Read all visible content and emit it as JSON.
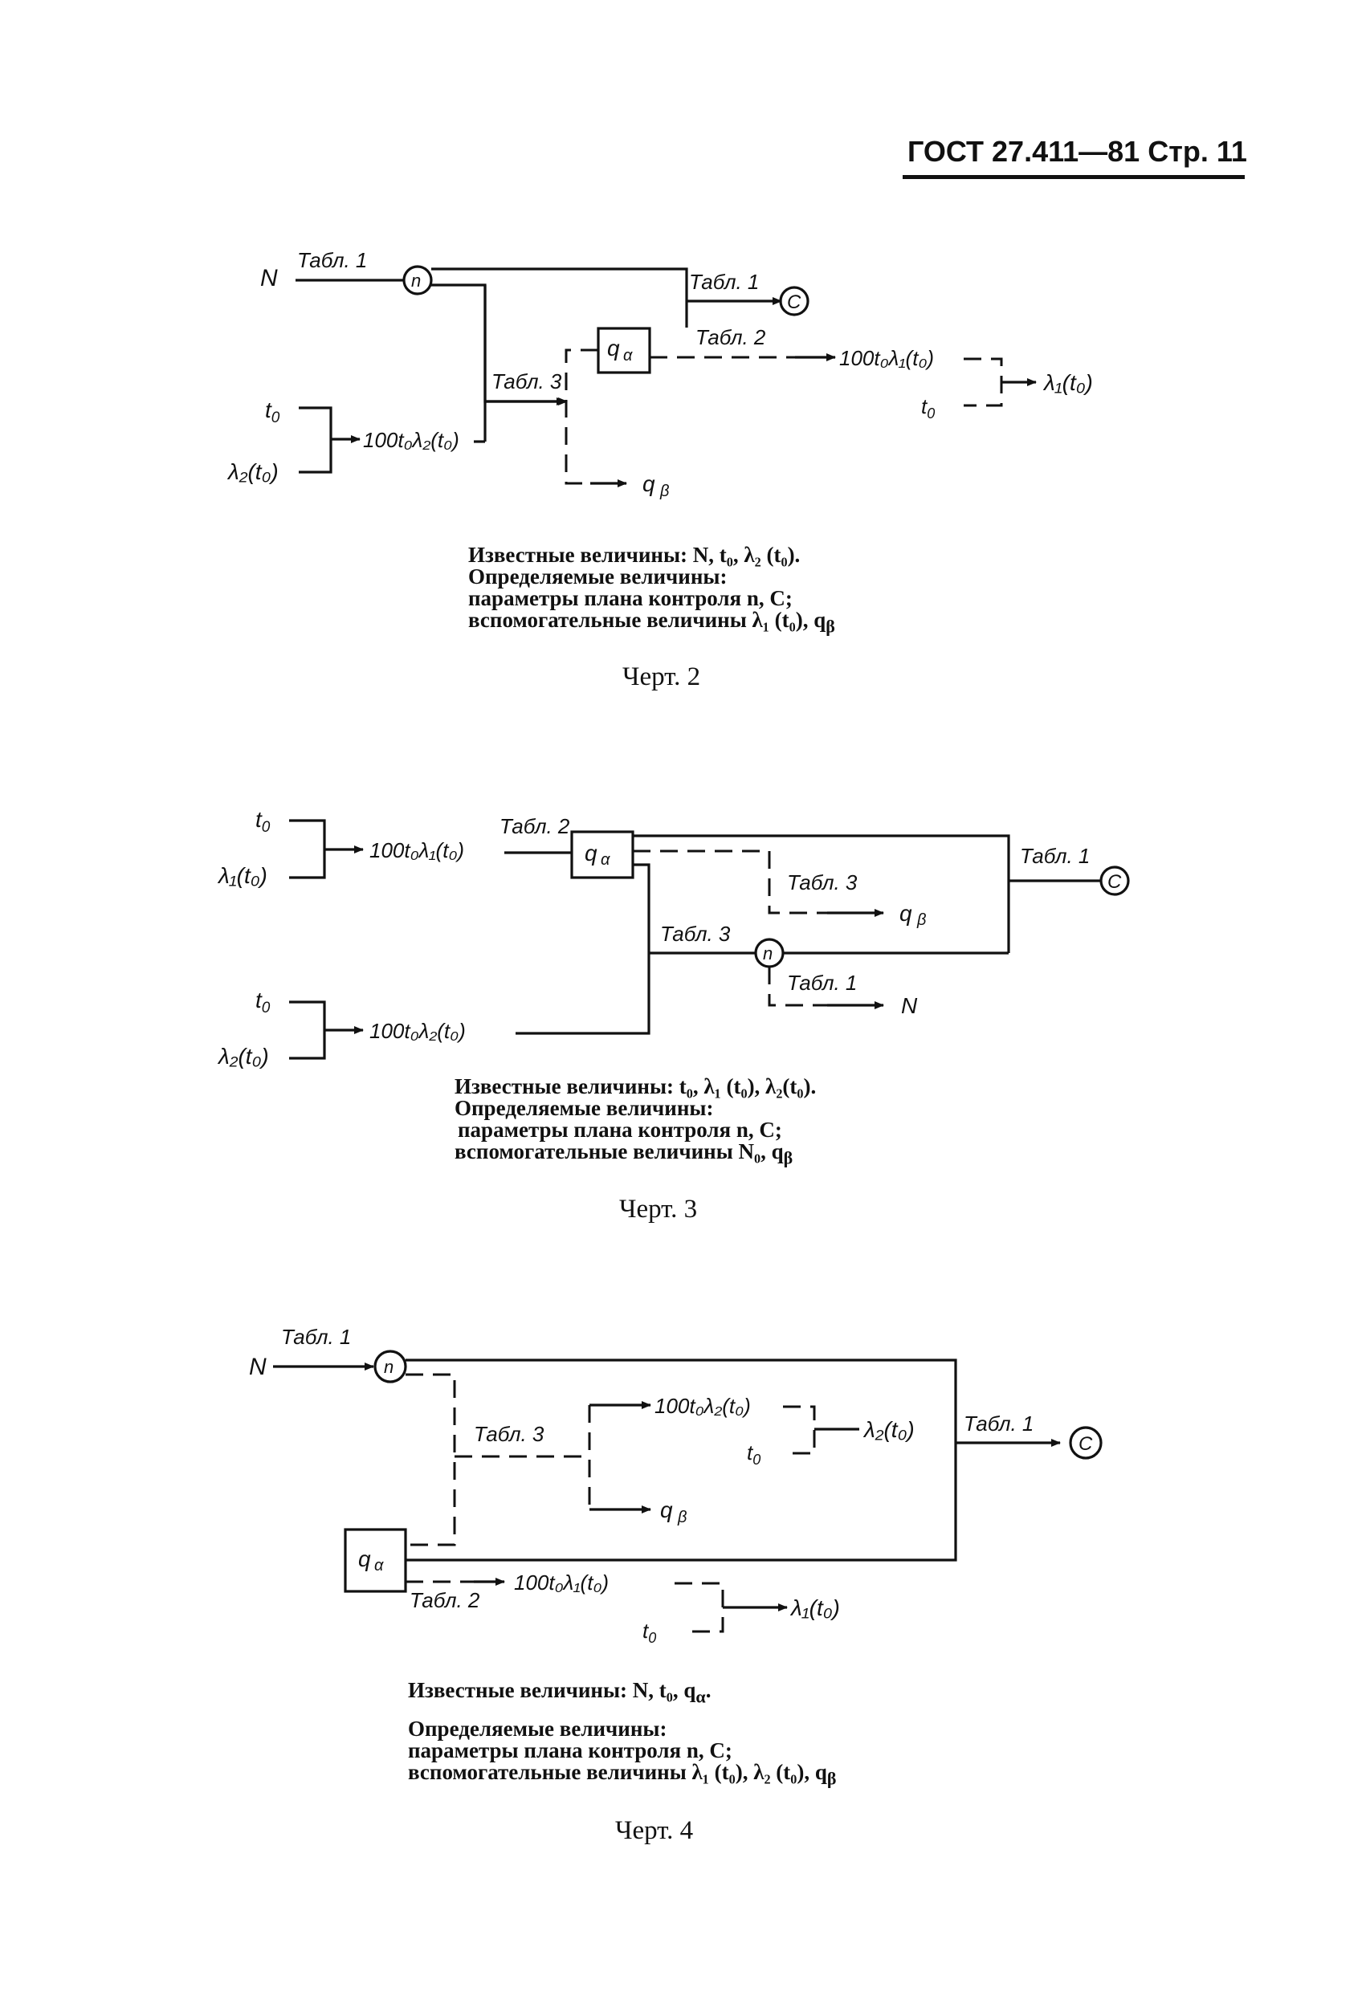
{
  "header": {
    "title": "ГОСТ 27.411—81 Стр. 11"
  },
  "labels": {
    "N": "N",
    "t0": "t",
    "t0_sub": "0",
    "n": "n",
    "c": "C",
    "q_alpha": "q",
    "alpha": "α",
    "q_beta": "q",
    "beta": "β",
    "lambda1_t0": "λ₁(t₀)",
    "lambda2_t0": "λ₂(t₀)",
    "expr1": "100t₀λ₁(t₀)",
    "expr2": "100t₀λ₂(t₀)",
    "tab1": "Табл. 1",
    "tab2": "Табл. 2",
    "tab3": "Табл. 3"
  },
  "figures": [
    {
      "caption": [
        "Известные величины: N, t₀, λ₂ (t₀).",
        "Определяемые величины:",
        "параметры плана контроля n, C;",
        "вспомогательные величины λ₁ (t₀), q",
        "β"
      ],
      "label": "Черт. 2"
    },
    {
      "caption": [
        "Известные величины: t₀, λ₁ (t₀), λ₂(t₀).",
        "Определяемые величины:",
        "параметры плана контроля n, C;",
        "вспомогательные величины N₀, q",
        "β"
      ],
      "label": "Черт. 3"
    },
    {
      "caption": [
        "Известные величины: N, t₀, q",
        "α",
        "Определяемые величины:",
        "параметры плана контроля n, C;",
        "вспомогательные величины λ₁ (t₀), λ₂ (t₀), q",
        "β"
      ],
      "label": "Черт. 4"
    }
  ]
}
